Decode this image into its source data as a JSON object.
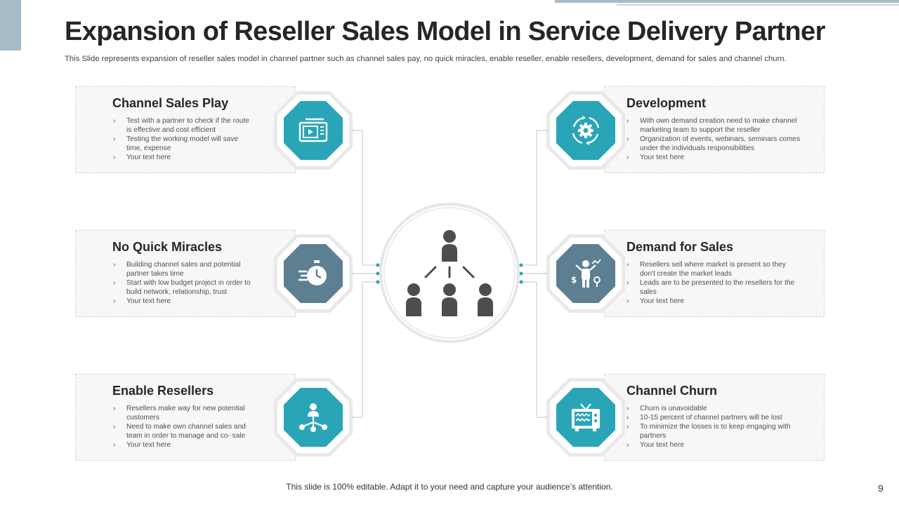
{
  "header": {
    "title": "Expansion of Reseller Sales Model in Service Delivery Partner",
    "subtitle": "This Slide represents expansion of reseller sales model in channel partner such as channel sales pay, no quick miracles, enable reseller, enable resellers, development, demand for sales and channel churn."
  },
  "colors": {
    "teal": "#2aa5b8",
    "slate": "#5c7f91",
    "accent_block": "#a7bcc8"
  },
  "cards": {
    "channel_sales_play": {
      "title": "Channel Sales Play",
      "icon": "video-player-icon",
      "bullets": [
        "Test with a partner to check if the route is effective and cost efficient",
        "Testing the working model will save time, expense",
        "Your text here"
      ]
    },
    "no_quick_miracles": {
      "title": "No Quick Miracles",
      "icon": "stopwatch-speed-icon",
      "bullets": [
        "Building channel sales and potential partner takes time",
        "Start with low budget project in order to build network, relationship, trust",
        "Your text here"
      ]
    },
    "enable_resellers": {
      "title": "Enable Resellers",
      "icon": "network-person-icon",
      "bullets": [
        "Resellers make  way for new  potential customers",
        "Need to make own channel sales and team in order to manage and co- sale",
        "Your text here"
      ]
    },
    "development": {
      "title": "Development",
      "icon": "gear-cycle-icon",
      "bullets": [
        "With own demand creation need to make channel marketing team to support the reseller",
        "Organization of events, webinars, seminars comes under the individuals responsibilities",
        "Your text here"
      ]
    },
    "demand_for_sales": {
      "title": "Demand for Sales",
      "icon": "person-growth-icon",
      "bullets": [
        "Resellers sell  where market is present so they don't  create the market leads",
        "Leads are to be presented to the resellers for the sales",
        "Your text here"
      ]
    },
    "channel_churn": {
      "title": "Channel Churn",
      "icon": "tv-wave-icon",
      "bullets": [
        "Churn is unavoidable",
        "10-15 percent of channel partners will be lost",
        "To minimize  the losses is to keep engaging with partners",
        "Your text here"
      ]
    }
  },
  "center": {
    "icon": "hierarchy-people-icon"
  },
  "footer": {
    "note": "This slide is 100% editable. Adapt it to your need and capture your audience’s attention.",
    "page": "9"
  }
}
